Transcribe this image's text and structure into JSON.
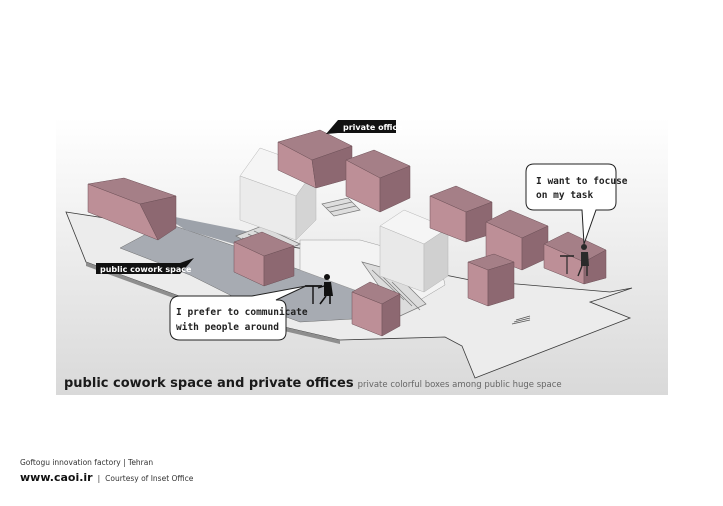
{
  "labels": {
    "private_office": "private office",
    "public_cowork": "public cowork space"
  },
  "bubbles": {
    "right": [
      "I want to focuse",
      "on my task"
    ],
    "left": [
      "I prefer to communicate",
      "with people around"
    ]
  },
  "caption": {
    "title": "public cowork space and private offices",
    "subtitle": "private colorful boxes among public huge space"
  },
  "footer": {
    "project": "Goftogu innovation factory | Tehran",
    "website": "www.caoi.ir",
    "separator": "|",
    "credit": "Courtesy of Inset Office"
  },
  "colors": {
    "pink_top": "#a57f87",
    "pink_front": "#bd8f97",
    "pink_side": "#8d6871",
    "white_top": "#f5f5f5",
    "white_front": "#e9e9e9",
    "white_side": "#d2d2d2",
    "floor": "#ededed",
    "floor_dark": "#a9adb3",
    "label_bg": "#111111"
  }
}
